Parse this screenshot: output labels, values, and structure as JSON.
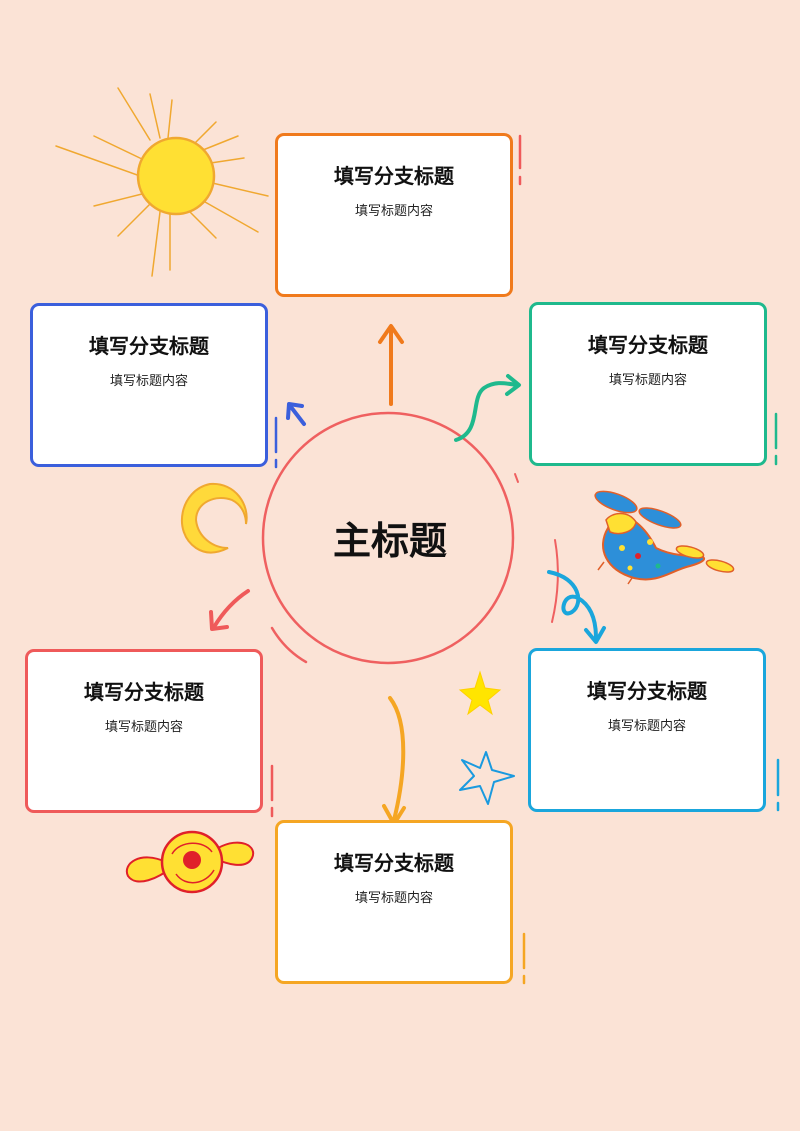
{
  "main_title": "主标题",
  "branches": [
    {
      "id": "top",
      "title": "填写分支标题",
      "content": "填写标题内容",
      "color": "#f07a1c"
    },
    {
      "id": "upper-left",
      "title": "填写分支标题",
      "content": "填写标题内容",
      "color": "#3b5fdc"
    },
    {
      "id": "upper-right",
      "title": "填写分支标题",
      "content": "填写标题内容",
      "color": "#1fb98d"
    },
    {
      "id": "lower-left",
      "title": "填写分支标题",
      "content": "填写标题内容",
      "color": "#ef5a5a"
    },
    {
      "id": "lower-right",
      "title": "填写分支标题",
      "content": "填写标题内容",
      "color": "#1aa6dc"
    },
    {
      "id": "bottom",
      "title": "填写分支标题",
      "content": "填写标题内容",
      "color": "#f5a623"
    }
  ],
  "colors": {
    "background": "#fbe3d6",
    "center_circle": "#ef6060",
    "sun": "#ffe033",
    "sun_outline": "#f0a830",
    "moon": "#ffd93a",
    "star_yellow": "#ffe500",
    "star_blue": "#1a9adf",
    "helicopter_blue": "#2d8fd9",
    "flower_red": "#e0202a"
  },
  "decorations": [
    "sun-icon",
    "moon-icon",
    "star-icon",
    "sparkle-star-icon",
    "helicopter-icon",
    "flower-icon"
  ]
}
